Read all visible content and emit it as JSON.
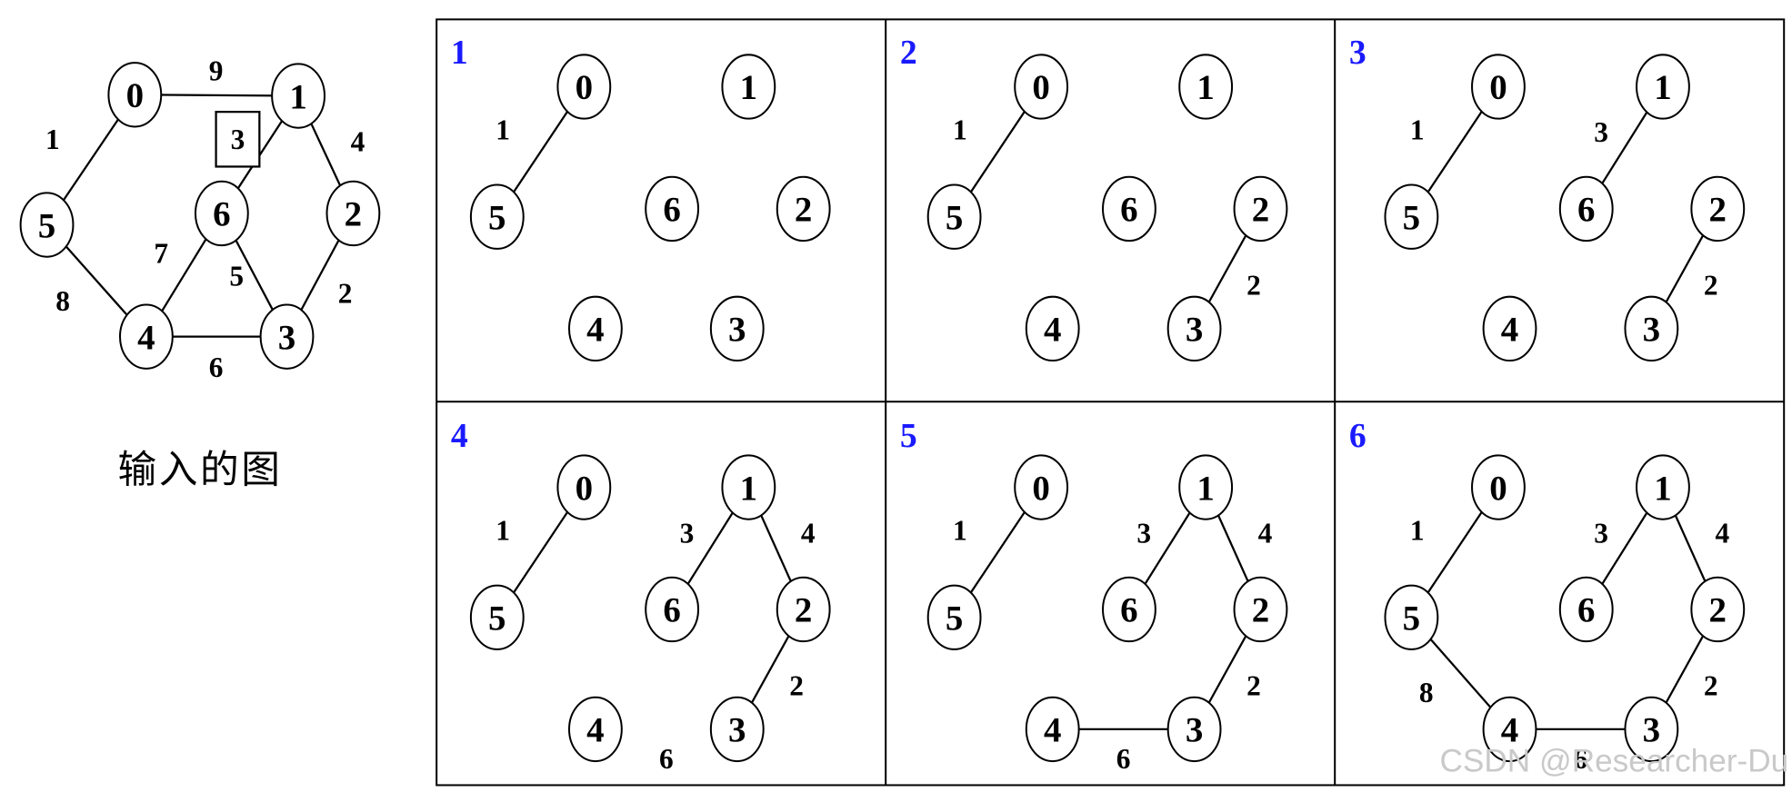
{
  "input_graph": {
    "caption": "输入的图",
    "nodes": [
      "0",
      "1",
      "2",
      "3",
      "4",
      "5",
      "6"
    ],
    "edges": [
      {
        "from": "0",
        "to": "1",
        "weight": 9
      },
      {
        "from": "0",
        "to": "5",
        "weight": 1
      },
      {
        "from": "1",
        "to": "2",
        "weight": 4
      },
      {
        "from": "1",
        "to": "6",
        "weight": 3,
        "boxed": true
      },
      {
        "from": "2",
        "to": "3",
        "weight": 2
      },
      {
        "from": "3",
        "to": "4",
        "weight": 6
      },
      {
        "from": "4",
        "to": "5",
        "weight": 8
      },
      {
        "from": "4",
        "to": "6",
        "weight": 7
      },
      {
        "from": "6",
        "to": "3",
        "weight": 5
      }
    ]
  },
  "steps": [
    {
      "label": "1",
      "edges": [
        {
          "from": "0",
          "to": "5",
          "weight": 1
        }
      ]
    },
    {
      "label": "2",
      "edges": [
        {
          "from": "0",
          "to": "5",
          "weight": 1
        },
        {
          "from": "2",
          "to": "3",
          "weight": 2
        }
      ]
    },
    {
      "label": "3",
      "edges": [
        {
          "from": "0",
          "to": "5",
          "weight": 1
        },
        {
          "from": "2",
          "to": "3",
          "weight": 2
        },
        {
          "from": "1",
          "to": "6",
          "weight": 3
        }
      ]
    },
    {
      "label": "4",
      "edges": [
        {
          "from": "0",
          "to": "5",
          "weight": 1
        },
        {
          "from": "2",
          "to": "3",
          "weight": 2
        },
        {
          "from": "1",
          "to": "6",
          "weight": 3
        },
        {
          "from": "1",
          "to": "2",
          "weight": 4
        },
        {
          "from": "3",
          "to": "4",
          "weight": 6,
          "line": false
        }
      ]
    },
    {
      "label": "5",
      "edges": [
        {
          "from": "0",
          "to": "5",
          "weight": 1
        },
        {
          "from": "2",
          "to": "3",
          "weight": 2
        },
        {
          "from": "1",
          "to": "6",
          "weight": 3
        },
        {
          "from": "1",
          "to": "2",
          "weight": 4
        },
        {
          "from": "3",
          "to": "4",
          "weight": 6
        }
      ]
    },
    {
      "label": "6",
      "edges": [
        {
          "from": "0",
          "to": "5",
          "weight": 1
        },
        {
          "from": "2",
          "to": "3",
          "weight": 2
        },
        {
          "from": "1",
          "to": "6",
          "weight": 3
        },
        {
          "from": "1",
          "to": "2",
          "weight": 4
        },
        {
          "from": "3",
          "to": "4",
          "weight": 6
        },
        {
          "from": "4",
          "to": "5",
          "weight": 8
        }
      ]
    }
  ],
  "colors": {
    "step_label": "#1a1aff",
    "stroke": "#000000",
    "watermark": "#c9c9c9"
  },
  "watermark": "CSDN @Researcher-Du"
}
